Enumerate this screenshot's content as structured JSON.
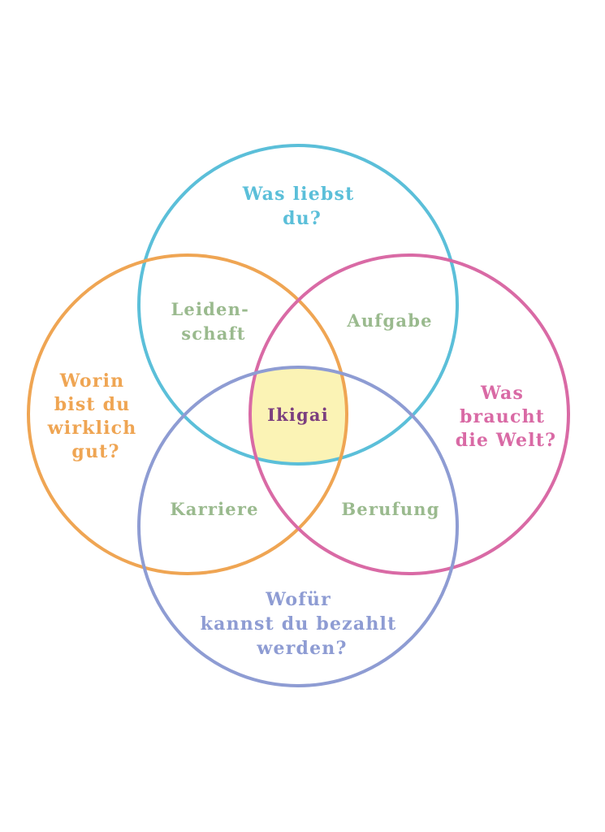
{
  "colors": {
    "top": "#5bbfd9",
    "left": "#efa553",
    "right": "#d96aa5",
    "bottom": "#8e9cd3",
    "overlap_text": "#9aba8e",
    "center_fill": "#fbf3b5",
    "center_text": "#7c3f7f"
  },
  "circles": {
    "top": {
      "lines": [
        "Was liebst",
        "du?"
      ]
    },
    "left": {
      "lines": [
        "Worin",
        "bist du",
        "wirklich",
        "gut?"
      ]
    },
    "right": {
      "lines": [
        "Was",
        "braucht",
        "die Welt?"
      ]
    },
    "bottom": {
      "lines": [
        "Wofür",
        "kannst du bezahlt",
        "werden?"
      ]
    }
  },
  "overlaps": {
    "top_left": {
      "lines": [
        "Leiden-",
        "schaft"
      ]
    },
    "top_right": {
      "lines": [
        "Aufgabe"
      ]
    },
    "bottom_left": {
      "lines": [
        "Karriere"
      ]
    },
    "bottom_right": {
      "lines": [
        "Berufung"
      ]
    }
  },
  "center": {
    "label": "Ikigai"
  }
}
